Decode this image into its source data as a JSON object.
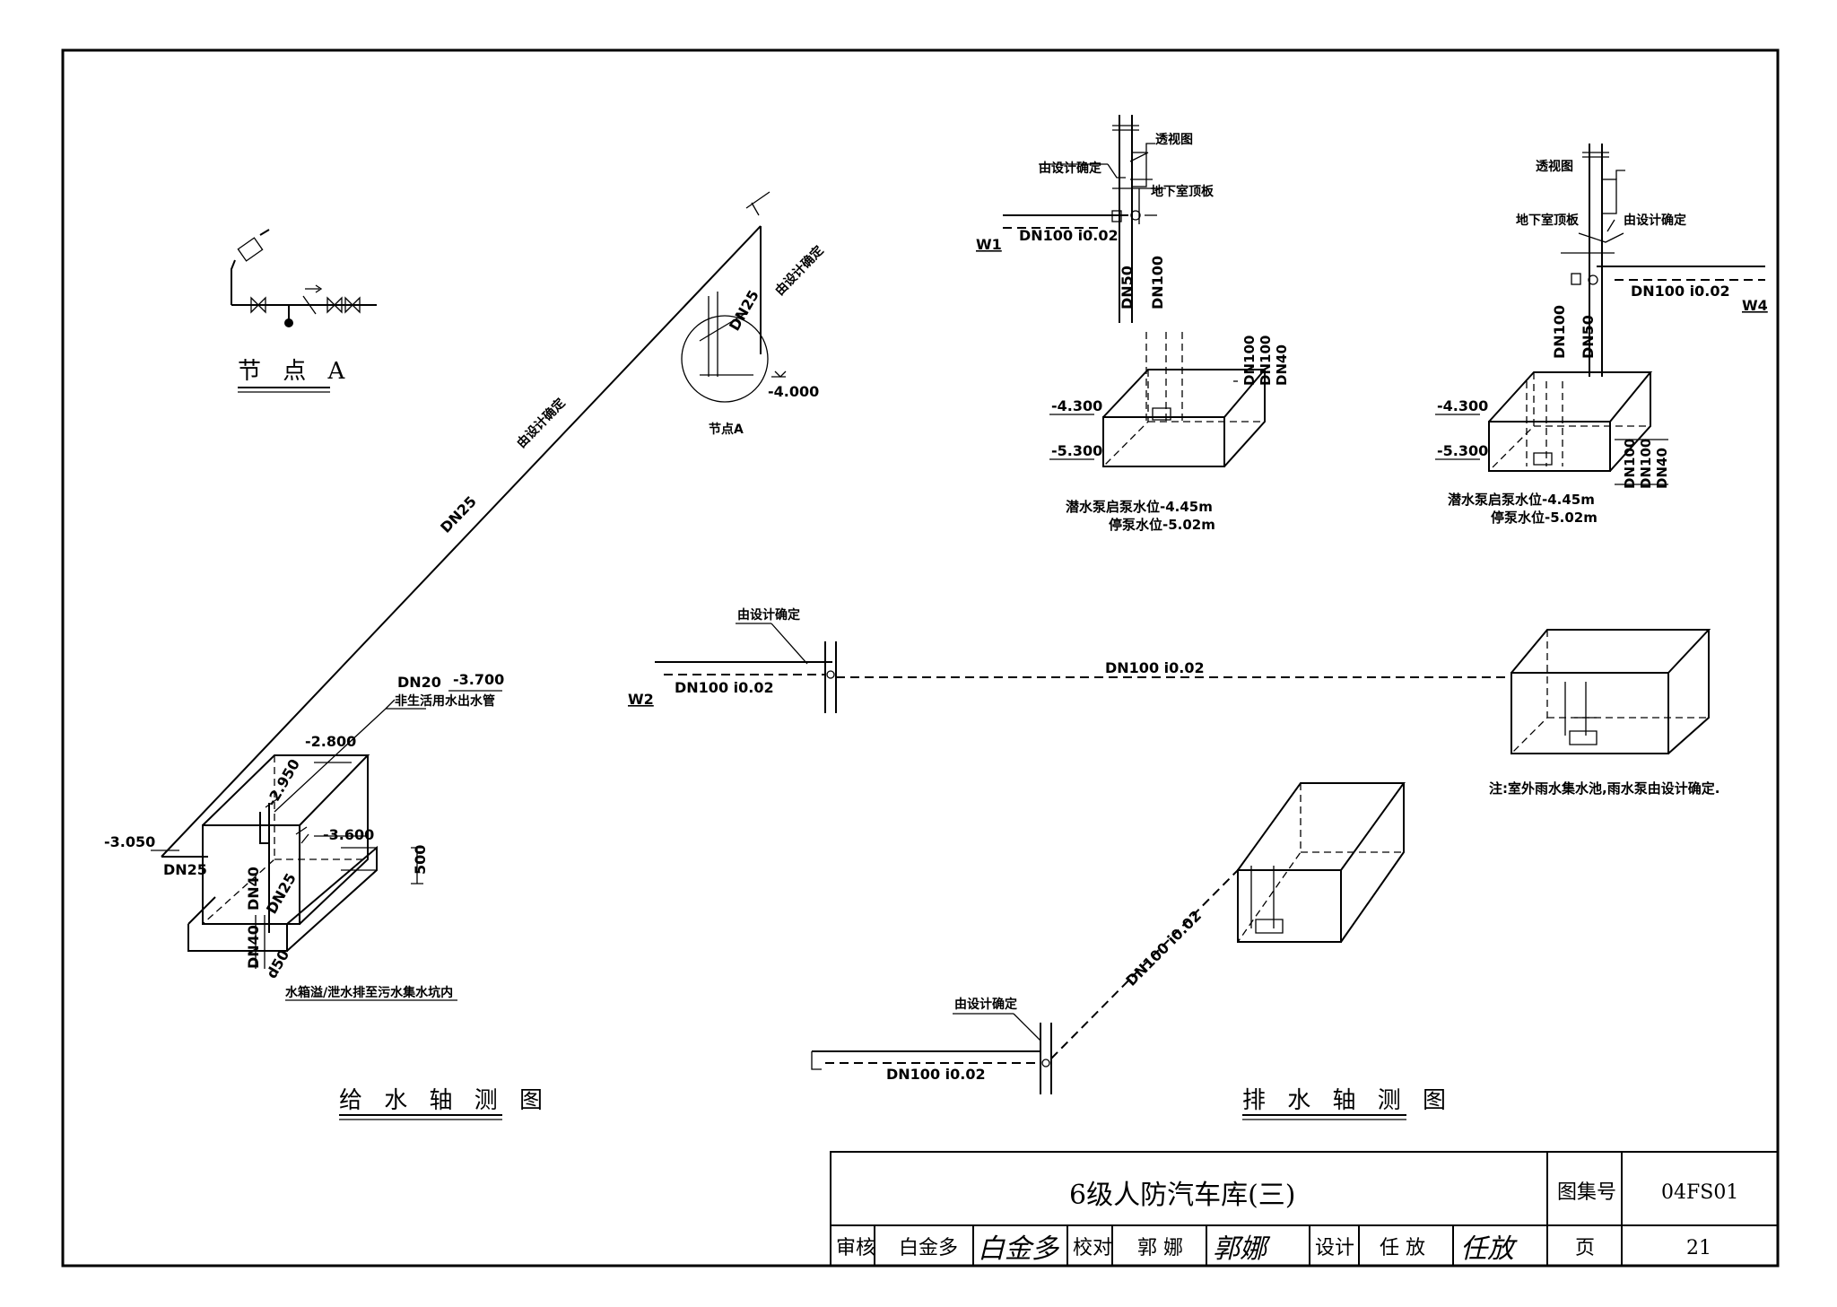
{
  "labels": {
    "node_a_caption": "节 点 A",
    "node_a_small": "节点A",
    "by_design_1": "由设计确定",
    "by_design_2": "由设计确定",
    "by_design_3": "由设计确定",
    "by_design_4": "由设计确定",
    "by_design_5": "由设计确定",
    "by_design_6": "由设计确定",
    "supply_dn25_diag": "DN25",
    "supply_dn25_node": "DN25",
    "supply_elev_4000": "-4.000",
    "supply_dn20": "DN20",
    "supply_elev_3700": "-3.700",
    "supply_nondrink": "非生活用水出水管",
    "supply_elev_2800": "-2.800",
    "supply_elev_2950": "-2.950",
    "supply_elev_3600": "-3.600",
    "supply_elev_3050": "-3.050",
    "supply_dn25_left": "DN25",
    "supply_dn40_a": "DN40",
    "supply_dn25_b": "DN25",
    "supply_dn40_b": "DN40",
    "supply_d50": "d50",
    "supply_500": "500",
    "supply_overflow": "水箱溢/泄水排至污水集水坑内",
    "supply_caption": "给 水 轴 测 图",
    "drain_caption": "排 水 轴 测 图",
    "w1_perspective": "透视图",
    "w1_slab": "地下室顶板",
    "w1_tag": "W1",
    "w1_pipe": "DN100 i0.02",
    "w1_dn50": "DN50",
    "w1_dn100": "DN100",
    "w1_stack": [
      "DN100",
      "DN100",
      "DN40"
    ],
    "w1_elev_4300": "-4.300",
    "w1_elev_5300": "-5.300",
    "w1_note1": "潜水泵启泵水位-4.45m",
    "w1_note2": "停泵水位-5.02m",
    "w4_perspective": "透视图",
    "w4_slab": "地下室顶板",
    "w4_tag": "W4",
    "w4_pipe": "DN100 i0.02",
    "w4_dn100": "DN100",
    "w4_dn50": "DN50",
    "w4_stack": [
      "DN100",
      "DN100",
      "DN40"
    ],
    "w4_elev_4300": "-4.300",
    "w4_elev_5300": "-5.300",
    "w4_note1": "潜水泵启泵水位-4.45m",
    "w4_note2": "停泵水位-5.02m",
    "w2_tag": "W2",
    "w2_pipe_left": "DN100 i0.02",
    "w2_pipe_main": "DN100 i0.02",
    "outdoor_note": "注:室外雨水集水池,雨水泵由设计确定.",
    "w3_pipe_diag": "DN100 i0.02",
    "w3_pipe_left": "DN100 i0.02"
  },
  "title_block": {
    "title": "6级人防汽车库(三)",
    "atlas_label": "图集号",
    "atlas_value": "04FS01",
    "review_label": "审核",
    "review_name": "白金多",
    "review_sig": "白金多",
    "check_label": "校对",
    "check_name": "郭 娜",
    "check_sig": "郭娜",
    "design_label": "设计",
    "design_name": "任 放",
    "design_sig": "任放",
    "page_label": "页",
    "page_value": "21"
  }
}
